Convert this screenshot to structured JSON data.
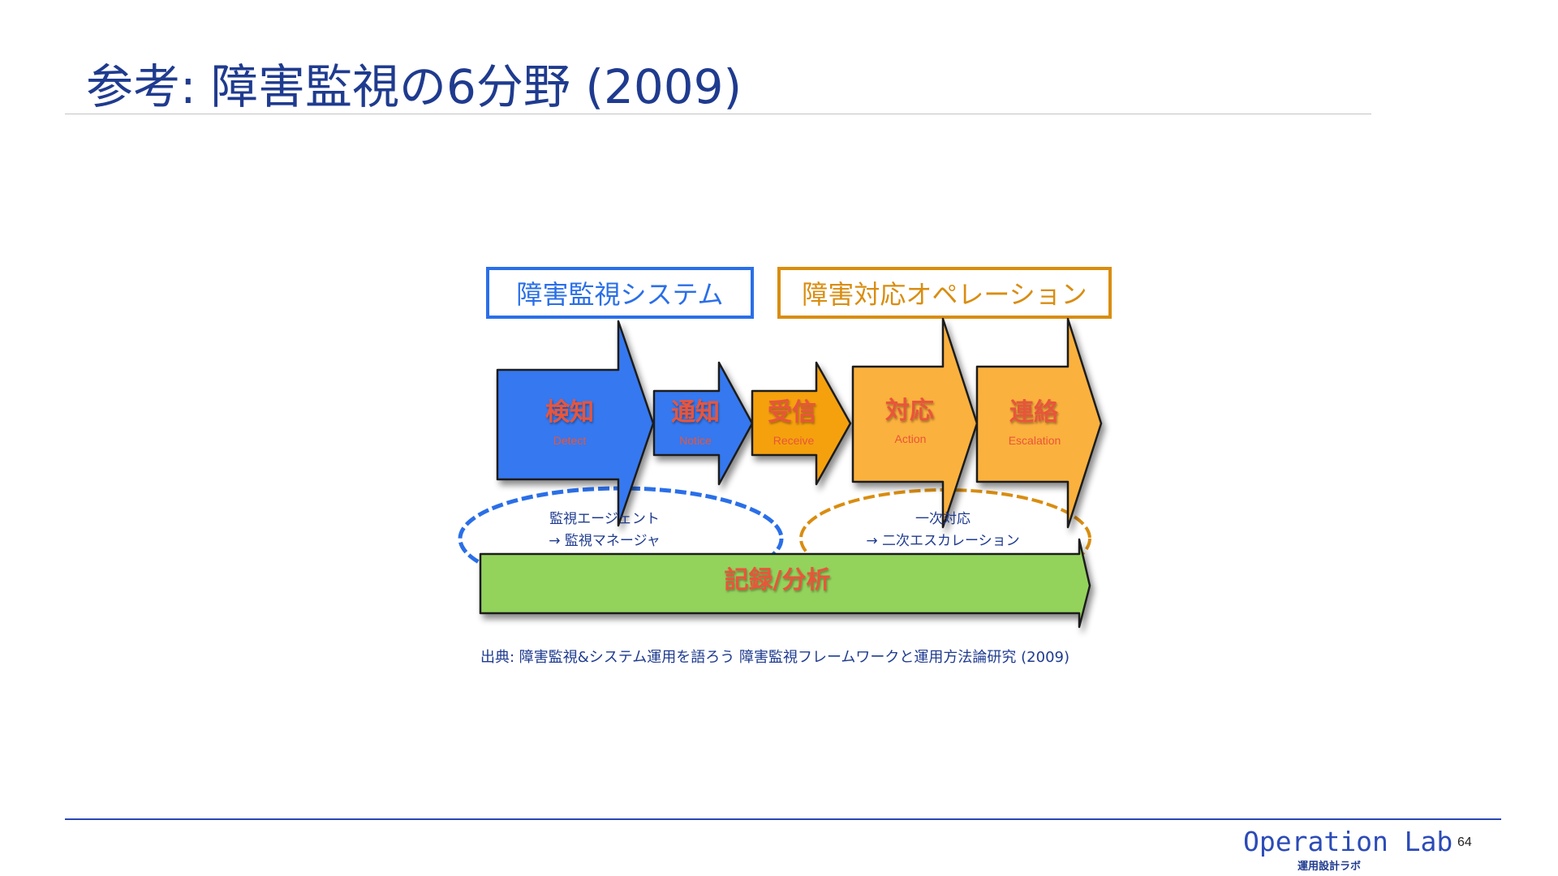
{
  "slide": {
    "title": "参考: 障害監視の6分野 (2009)",
    "page_number": "64"
  },
  "diagram": {
    "groups": {
      "monitoring_system": "障害監視システム",
      "response_operation": "障害対応オペレーション"
    },
    "steps": [
      {
        "label": "検知",
        "sub": "Detect",
        "color": "#3478f0"
      },
      {
        "label": "通知",
        "sub": "Notice",
        "color": "#3478f0"
      },
      {
        "label": "受信",
        "sub": "Receive",
        "color": "#f5a10f"
      },
      {
        "label": "対応",
        "sub": "Action",
        "color": "#fbb13c"
      },
      {
        "label": "連絡",
        "sub": "Escalation",
        "color": "#fbb13c"
      }
    ],
    "notes": {
      "left_line1": "監視エージェント",
      "left_line2": "→ 監視マネージャ",
      "right_line1": "一次対応",
      "right_line2": "→ 二次エスカレーション"
    },
    "bottom_arrow": {
      "label": "記録/分析",
      "color": "#93d35c"
    },
    "colors": {
      "blue_outline": "#2a6fe8",
      "orange_outline": "#d98d10",
      "step_label_text": "#e8553a"
    },
    "source": "出典: 障害監視&システム運用を語ろう 障害監視フレームワークと運用方法論研究 (2009)"
  },
  "footer": {
    "brand": "Operation Lab",
    "brand_sub": "運用設計ラボ"
  }
}
